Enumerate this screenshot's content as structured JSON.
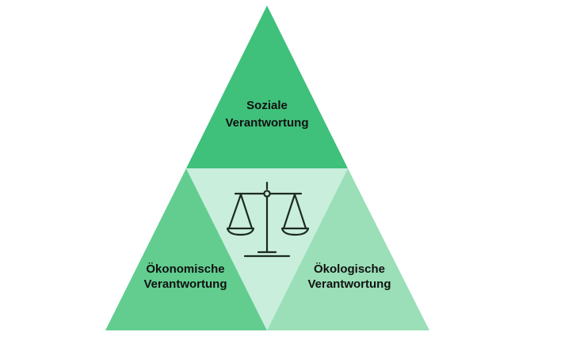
{
  "diagram": {
    "top": {
      "line1": "Soziale",
      "line2": "Verantwortung",
      "color": "#3fc07b"
    },
    "left": {
      "line1": "Ökonomische",
      "line2": "Verantwortung",
      "color": "#62cd8f"
    },
    "right": {
      "line1": "Ökologische",
      "line2": "Verantwortung",
      "color": "#9adfb7"
    },
    "center": {
      "color": "#c9eedb",
      "icon": "scales-of-justice-icon"
    }
  }
}
